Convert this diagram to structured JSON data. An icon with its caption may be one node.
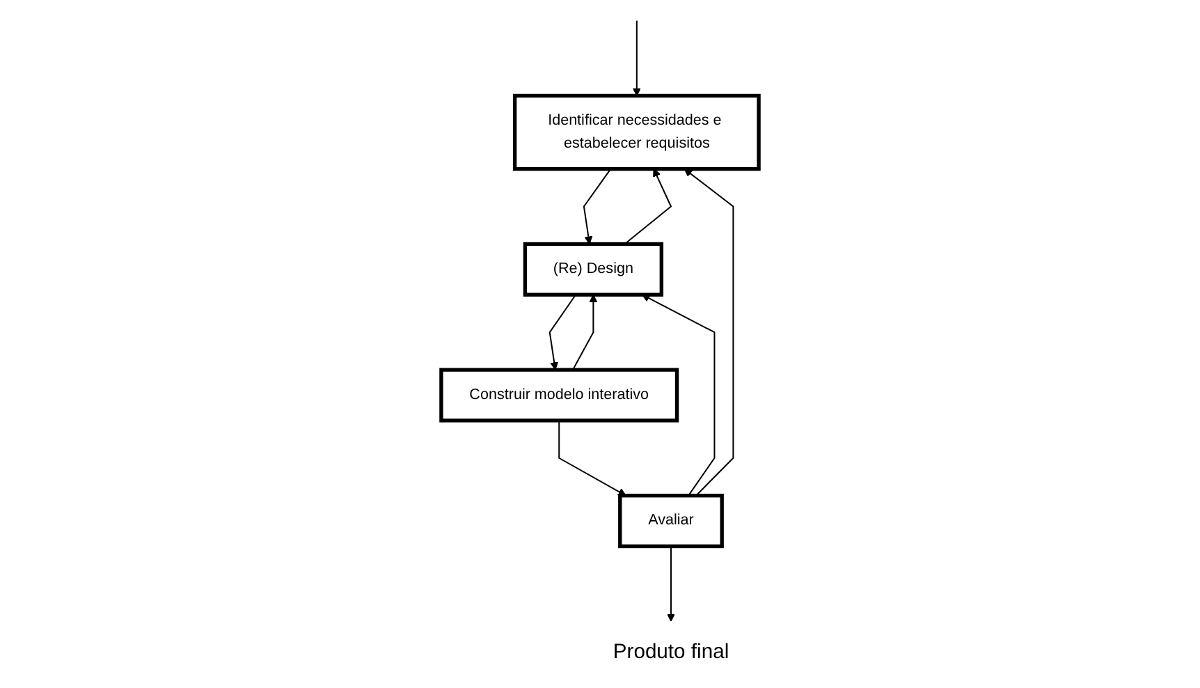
{
  "diagram": {
    "nodes": [
      {
        "text": [
          "Identificar necessidades e estabelecer requisitos"
        ]
      },
      {
        "text": [
          "(Re) Design"
        ]
      },
      {
        "text": [
          "Avaliar"
        ]
      },
      {
        "text": [
          "Construir modelo interativo"
        ]
      },
      {
        "text": [
          "Produto final"
        ]
      }
    ],
    "edges": [
      {
        "from": null,
        "to": 0,
        "arrow": "to"
      },
      {
        "from": 0,
        "to": 1,
        "arrow": "to"
      },
      {
        "from": 1,
        "to": 0,
        "arrow": "to"
      },
      {
        "from": 1,
        "to": 3,
        "arrow": "to"
      },
      {
        "from": 3,
        "to": 1,
        "arrow": "to"
      },
      {
        "from": 3,
        "to": 2,
        "arrow": "to"
      },
      {
        "from": 2,
        "to": 0,
        "arrow": "to"
      },
      {
        "from": 2,
        "to": 1,
        "arrow": "to"
      },
      {
        "from": 2,
        "to": 4,
        "arrow": "to"
      }
    ]
  }
}
